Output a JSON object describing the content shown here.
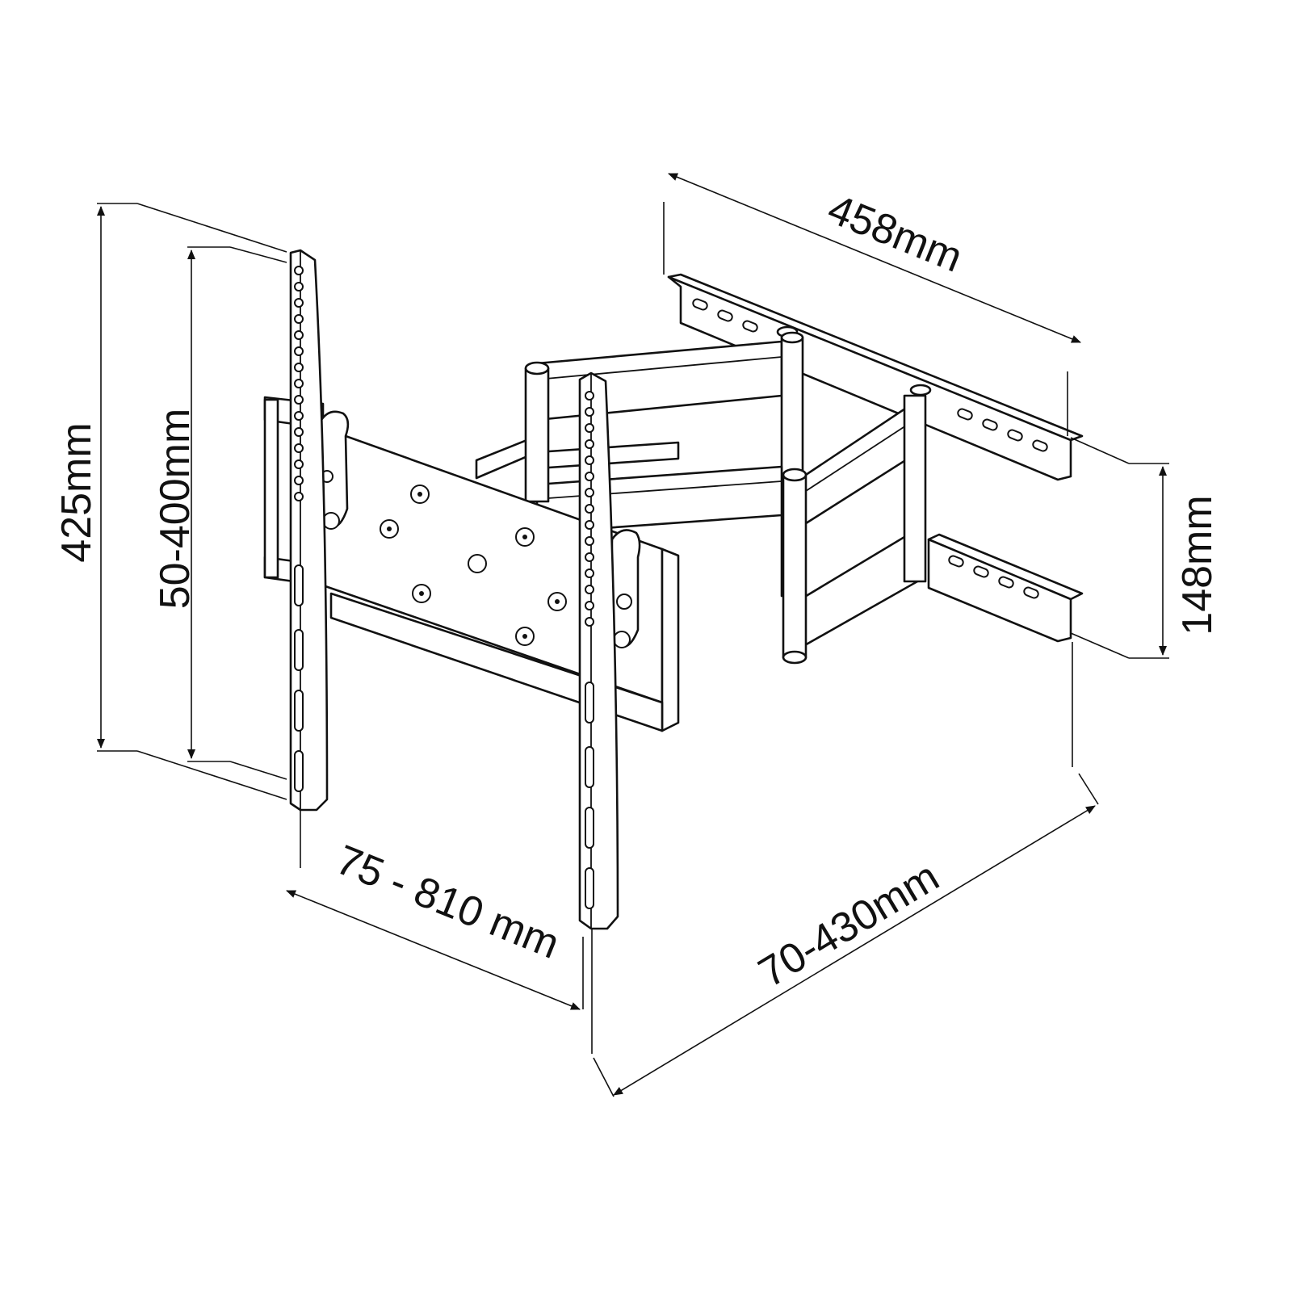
{
  "dimensions": {
    "height_total": "425mm",
    "vesa_vertical": "50-400mm",
    "wall_plate_width": "458mm",
    "wall_plate_height": "148mm",
    "vesa_horizontal": "75 - 810 mm",
    "extension": "70-430mm"
  },
  "colors": {
    "line": "#111111",
    "background": "#ffffff"
  }
}
